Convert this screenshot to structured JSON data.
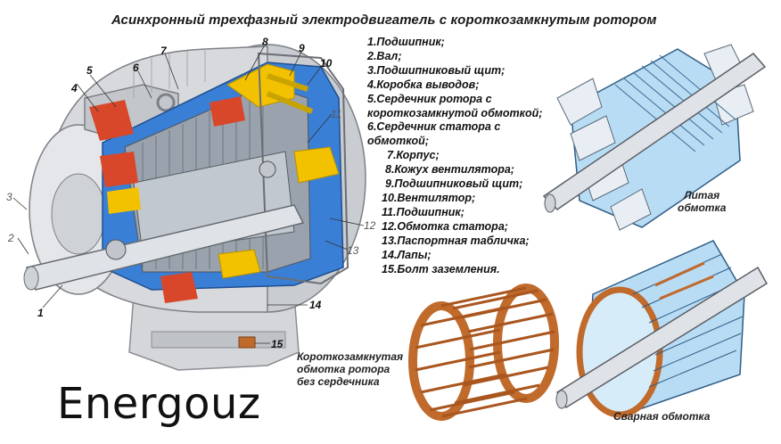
{
  "title": "Асинхронный трехфазный электродвигатель с короткозамкнутым ротором",
  "legend": [
    "1.Подшипник;",
    "2.Вал;",
    "3.Подшипниковый щит;",
    "4.Коробка выводов;",
    "5.Сердечник ротора с",
    "короткозамкнутой обмоткой;",
    "6.Сердечник статора с",
    "обмоткой;",
    "7.Корпус;",
    "8.Кожух вентилятора;",
    "9.Подшипниковый щит;",
    "10.Вентилятор;",
    "11.Подшипник;",
    "12.Обмотка статора;",
    "13.Паспортная табличка;",
    "14.Лапы;",
    "15.Болт заземления."
  ],
  "callouts": [
    "1",
    "2",
    "3",
    "4",
    "5",
    "6",
    "7",
    "8",
    "9",
    "10",
    "11",
    "12",
    "13",
    "14",
    "15"
  ],
  "captions": {
    "cast_winding": "Литая\nобмотка",
    "squirrel_cage": "Короткозамкнутая\nобмотка ротора\nбез сердечника",
    "welded_winding": "Сварная обмотка"
  },
  "brand": "Energouz",
  "colors": {
    "housing": "#c9ccd1",
    "inner_blue": "#3a7fd6",
    "winding_red": "#d8472a",
    "winding_yellow": "#f2c200",
    "copper": "#c06a2c",
    "light_blue": "#b9dcf5"
  }
}
